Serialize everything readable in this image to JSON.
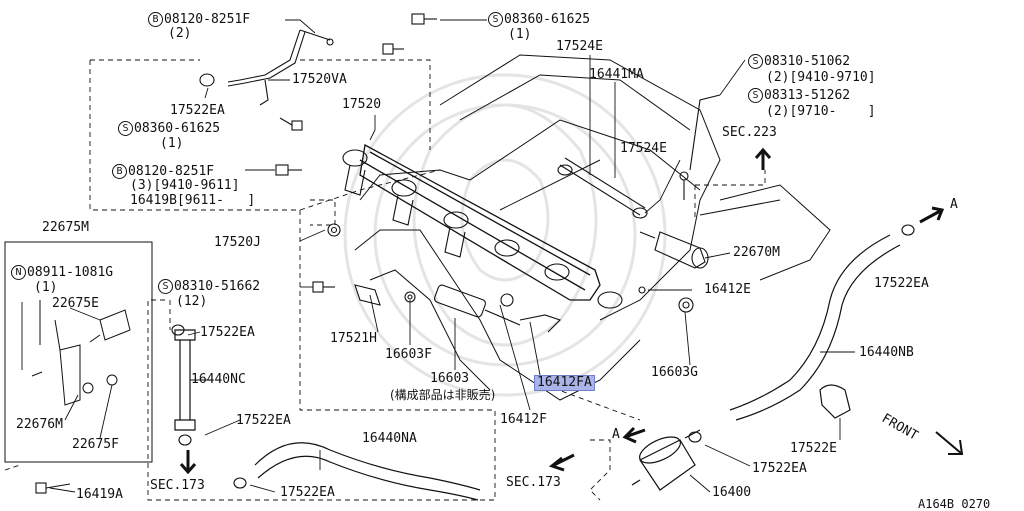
{
  "labels": {
    "b_08120_8251F_top": {
      "badge": "B",
      "text": "08120-8251F"
    },
    "b_qty_2": "(2)",
    "s_08360_61625_top": {
      "badge": "S",
      "text": "08360-61625"
    },
    "s_qty_1_top": "(1)",
    "p_17524E_top": "17524E",
    "p_16441MA": "16441MA",
    "p_17520VA": "17520VA",
    "p_17522EA_upper_left": "17522EA",
    "s_08360_61625_mid": {
      "badge": "S",
      "text": "08360-61625"
    },
    "s_qty_1_mid": "(1)",
    "p_17520": "17520",
    "b_08120_8251F_mid": {
      "badge": "B",
      "text": "08120-8251F"
    },
    "qty_3_date": "(3)[9410-9611]",
    "p_16419B_date": "16419B[9611-   ]",
    "s_08310_51062": {
      "badge": "S",
      "text": "08310-51062"
    },
    "qty_2_date_a": "(2)[9410-9710]",
    "s_08313_51262": {
      "badge": "S",
      "text": "08313-51262"
    },
    "qty_2_date_b": "(2)[9710-    ]",
    "sec_223": "SEC.223",
    "p_17524E_right": "17524E",
    "p_22675M": "22675M",
    "n_08911_1081G": {
      "badge": "N",
      "text": "08911-1081G"
    },
    "n_qty_1": "(1)",
    "p_22675E": "22675E",
    "p_22676M": "22676M",
    "p_22675F": "22675F",
    "p_17520J": "17520J",
    "p_22670M": "22670M",
    "arrow_A_top": "A",
    "p_17522EA_right": "17522EA",
    "s_08310_51662": {
      "badge": "S",
      "text": "08310-51662"
    },
    "qty_12": "(12)",
    "p_16412E": "16412E",
    "p_17522EA_mid": "17522EA",
    "p_17521H": "17521H",
    "p_16603F": "16603F",
    "p_16440NC": "16440NC",
    "p_16603": "16603",
    "note_not_sold": "(構成部品は非販売)",
    "p_16412FA": "16412FA",
    "p_16603G": "16603G",
    "p_16440NB": "16440NB",
    "p_16412F": "16412F",
    "p_17522EA_lower": "17522EA",
    "arrow_A_bottom": "A",
    "p_16440NA": "16440NA",
    "front": "FRONT",
    "p_17522E": "17522E",
    "sec_173_left": "SEC.173",
    "sec_173_mid": "SEC.173",
    "p_17522EA_bottom_right": "17522EA",
    "p_17522EA_bottom": "17522EA",
    "p_16419A": "16419A",
    "p_16400": "16400",
    "drawing_code": "A164B 0270"
  },
  "colors": {
    "line": "#111111",
    "highlight": "#aab4e8",
    "watermark": "#e4e4e4"
  }
}
